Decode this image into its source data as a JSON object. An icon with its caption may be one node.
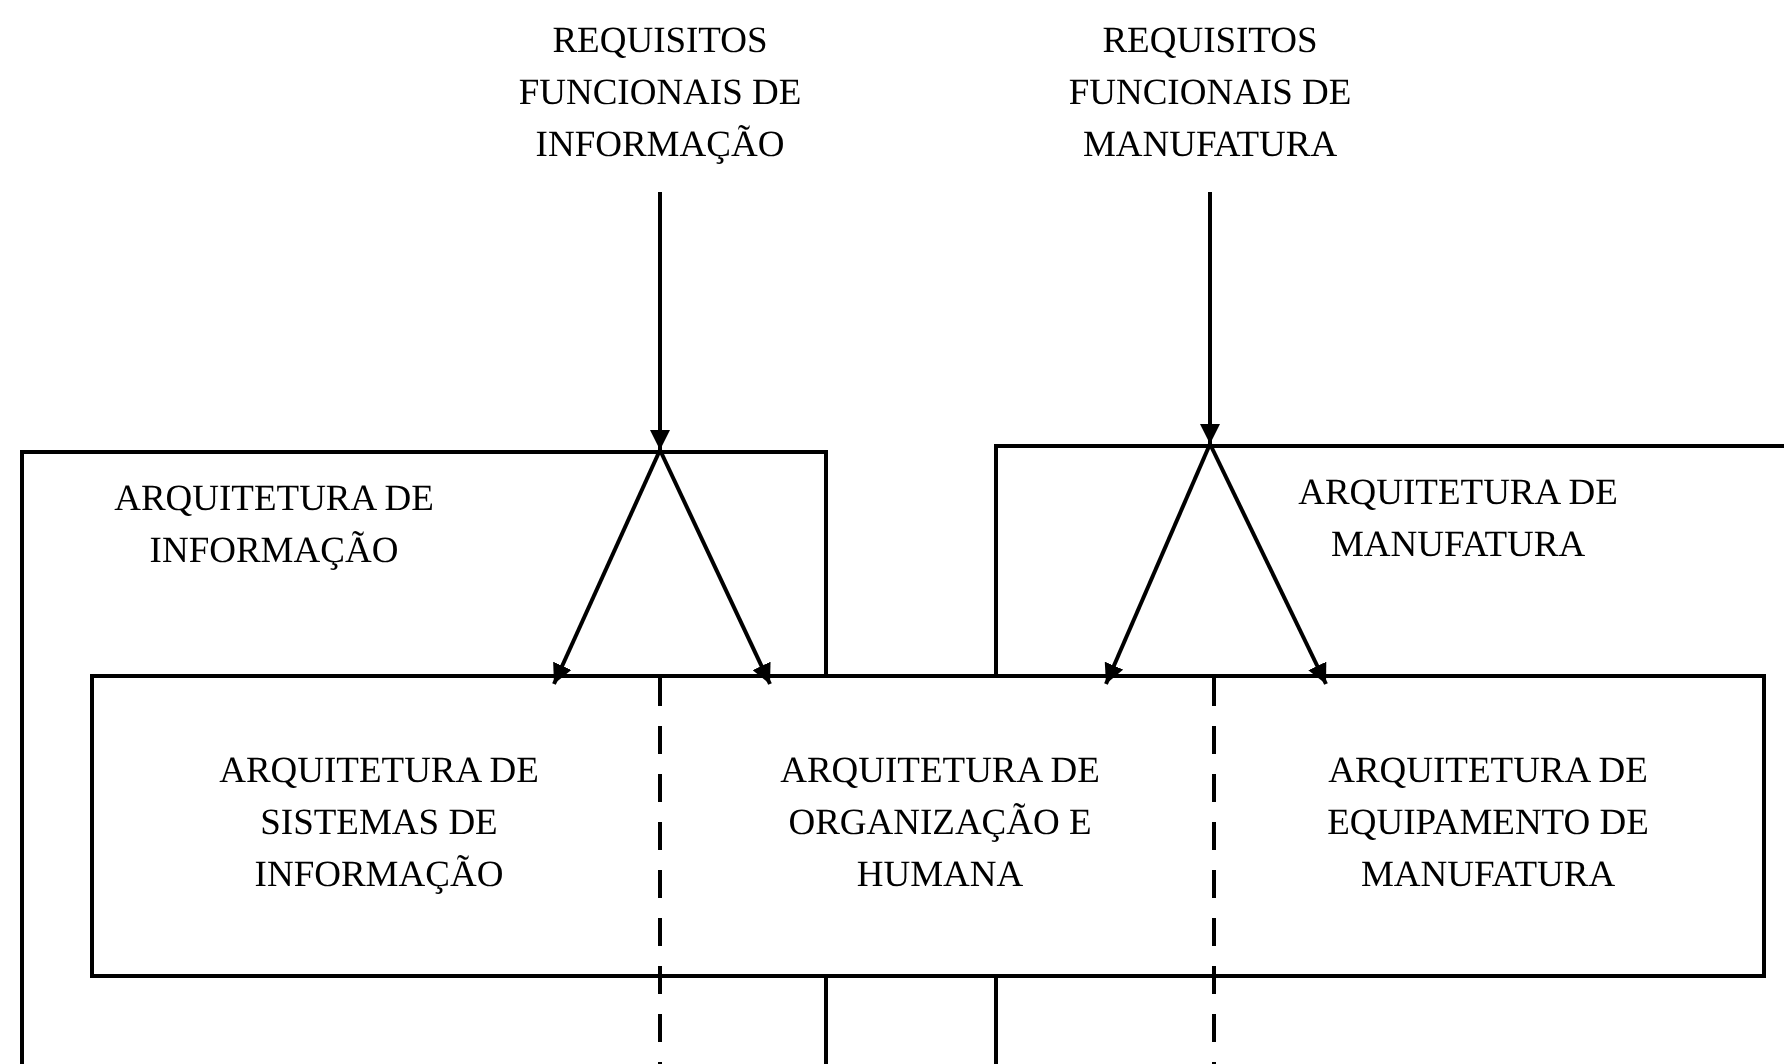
{
  "diagram": {
    "nodes": [
      {
        "text": [
          "REQUISITOS FUNCIONAIS DE INFORMAÇÃO"
        ]
      },
      {
        "text": [
          "REQUISITOS FUNCIONAIS DE MANUFATURA"
        ]
      },
      {
        "text": [
          "ARQUITETURA DE INFORMAÇÃO"
        ]
      },
      {
        "text": [
          "ARQUITETURA DE MANUFATURA"
        ]
      },
      {
        "text": [],
        "shape": "box"
      },
      {
        "text": [
          "ARQUITETURA DE SISTEMAS DE INFORMAÇÃO"
        ]
      },
      {
        "text": [
          "ARQUITETURA DE ORGANIZAÇÃO E HUMANA"
        ],
        "in": 4
      },
      {
        "text": [
          "ARQUITETURA DE EQUIPAMENTO DE MANUFATURA"
        ]
      }
    ],
    "edges": [
      {
        "from": 0,
        "to": 2,
        "arrow": "to"
      },
      {
        "from": 2,
        "to": 5,
        "arrow": "to"
      },
      {
        "from": 2,
        "to": 6,
        "arrow": "to"
      },
      {
        "from": 1,
        "to": 3,
        "arrow": "to"
      },
      {
        "from": 3,
        "to": 6,
        "arrow": "to"
      },
      {
        "from": 3,
        "to": 7,
        "arrow": "to"
      }
    ]
  }
}
